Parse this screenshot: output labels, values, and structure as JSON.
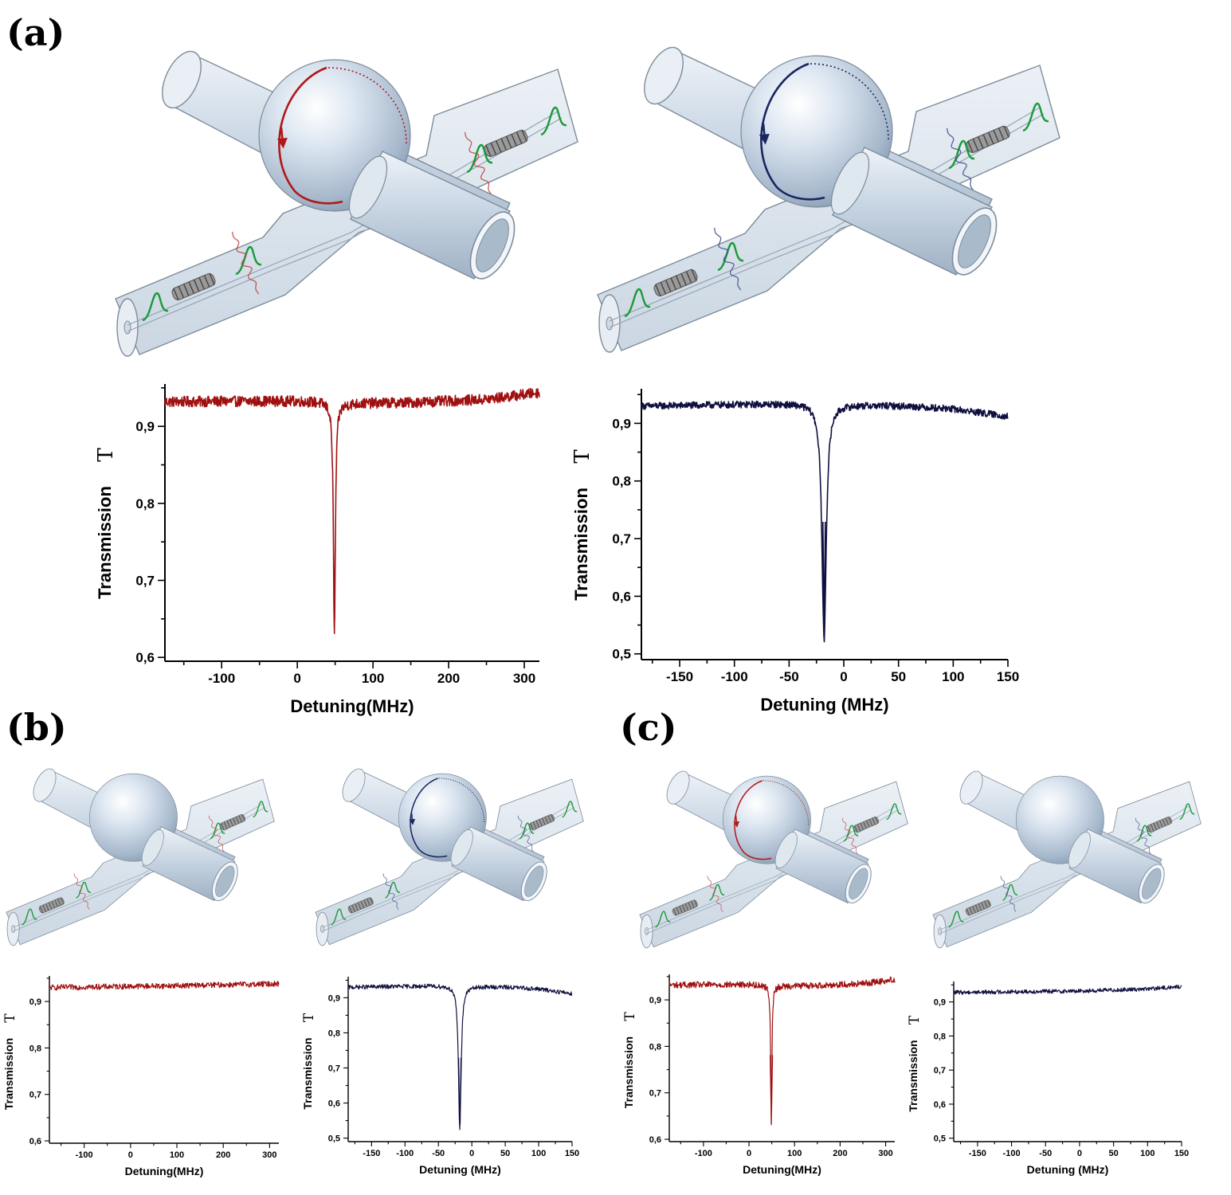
{
  "panel_labels": {
    "a": "(a)",
    "b": "(b)",
    "c": "(c)"
  },
  "colors": {
    "red_trace": "#a01010",
    "blue_trace": "#101040",
    "green_pulse": "#1a9a3a",
    "glass": "#cfdbe8"
  },
  "chart_data": [
    {
      "id": "a_left",
      "type": "line",
      "color": "#a01010",
      "xlabel": "Detuning(MHz)",
      "ylabel": "Transmission",
      "ylabel_symbol": "T",
      "xlim": [
        -175,
        320
      ],
      "ylim": [
        0.595,
        0.955
      ],
      "xticks": [
        -100,
        0,
        100,
        200,
        300
      ],
      "xtick_labels": [
        "-100",
        "0",
        "100",
        "200",
        "300"
      ],
      "yticks": [
        0.6,
        0.7,
        0.8,
        0.9
      ],
      "ytick_labels": [
        "0,6",
        "0,7",
        "0,8",
        "0,9"
      ],
      "baseline_points": [
        [
          -175,
          0.932
        ],
        [
          0,
          0.933
        ],
        [
          40,
          0.932
        ],
        [
          60,
          0.93
        ],
        [
          150,
          0.931
        ],
        [
          250,
          0.935
        ],
        [
          320,
          0.944
        ]
      ],
      "noise": 0.007,
      "dip": {
        "center": 49,
        "depth": 0.3,
        "width": 1.6
      }
    },
    {
      "id": "a_right",
      "type": "line",
      "color": "#101040",
      "xlabel": "Detuning (MHz)",
      "ylabel": "Transmission",
      "ylabel_symbol": "T",
      "xlim": [
        -185,
        150
      ],
      "ylim": [
        0.49,
        0.96
      ],
      "xticks": [
        -150,
        -100,
        -50,
        0,
        50,
        100,
        150
      ],
      "xtick_labels": [
        "-150",
        "-100",
        "-50",
        "0",
        "50",
        "100",
        "150"
      ],
      "yticks": [
        0.5,
        0.6,
        0.7,
        0.8,
        0.9
      ],
      "ytick_labels": [
        "0,5",
        "0,6",
        "0,7",
        "0,8",
        "0,9"
      ],
      "baseline_points": [
        [
          -185,
          0.93
        ],
        [
          -30,
          0.935
        ],
        [
          0,
          0.933
        ],
        [
          60,
          0.93
        ],
        [
          100,
          0.925
        ],
        [
          150,
          0.912
        ]
      ],
      "noise": 0.006,
      "dip": {
        "center": -18,
        "depth": 0.41,
        "width": 2.4
      }
    },
    {
      "id": "b_left",
      "type": "line",
      "color": "#a01010",
      "xlabel": "Detuning(MHz)",
      "ylabel": "Transmission",
      "ylabel_symbol": "T",
      "xlim": [
        -175,
        320
      ],
      "ylim": [
        0.595,
        0.955
      ],
      "xticks": [
        -100,
        0,
        100,
        200,
        300
      ],
      "xtick_labels": [
        "-100",
        "0",
        "100",
        "200",
        "300"
      ],
      "yticks": [
        0.6,
        0.7,
        0.8,
        0.9
      ],
      "ytick_labels": [
        "0,6",
        "0,7",
        "0,8",
        "0,9"
      ],
      "baseline_points": [
        [
          -175,
          0.93
        ],
        [
          100,
          0.934
        ],
        [
          320,
          0.938
        ]
      ],
      "noise": 0.006
    },
    {
      "id": "b_right",
      "type": "line",
      "color": "#101040",
      "xlabel": "Detuning (MHz)",
      "ylabel": "Transmission",
      "ylabel_symbol": "T",
      "xlim": [
        -185,
        150
      ],
      "ylim": [
        0.49,
        0.96
      ],
      "xticks": [
        -150,
        -100,
        -50,
        0,
        50,
        100,
        150
      ],
      "xtick_labels": [
        "-150",
        "-100",
        "-50",
        "0",
        "50",
        "100",
        "150"
      ],
      "yticks": [
        0.5,
        0.6,
        0.7,
        0.8,
        0.9
      ],
      "ytick_labels": [
        "0,5",
        "0,6",
        "0,7",
        "0,8",
        "0,9"
      ],
      "baseline_points": [
        [
          -185,
          0.93
        ],
        [
          -30,
          0.935
        ],
        [
          0,
          0.933
        ],
        [
          60,
          0.93
        ],
        [
          100,
          0.925
        ],
        [
          150,
          0.912
        ]
      ],
      "noise": 0.006,
      "dip": {
        "center": -18,
        "depth": 0.41,
        "width": 2.4
      }
    },
    {
      "id": "c_left",
      "type": "line",
      "color": "#a01010",
      "xlabel": "Detuning(MHz)",
      "ylabel": "Transmission",
      "ylabel_symbol": "T",
      "xlim": [
        -175,
        320
      ],
      "ylim": [
        0.595,
        0.955
      ],
      "xticks": [
        -100,
        0,
        100,
        200,
        300
      ],
      "xtick_labels": [
        "-100",
        "0",
        "100",
        "200",
        "300"
      ],
      "yticks": [
        0.6,
        0.7,
        0.8,
        0.9
      ],
      "ytick_labels": [
        "0,6",
        "0,7",
        "0,8",
        "0,9"
      ],
      "baseline_points": [
        [
          -175,
          0.932
        ],
        [
          0,
          0.933
        ],
        [
          40,
          0.932
        ],
        [
          60,
          0.93
        ],
        [
          150,
          0.931
        ],
        [
          250,
          0.935
        ],
        [
          320,
          0.944
        ]
      ],
      "noise": 0.007,
      "dip": {
        "center": 49,
        "depth": 0.3,
        "width": 1.6
      }
    },
    {
      "id": "c_right",
      "type": "line",
      "color": "#101040",
      "xlabel": "Detuning (MHz)",
      "ylabel": "Transmission",
      "ylabel_symbol": "T",
      "xlim": [
        -185,
        150
      ],
      "ylim": [
        0.49,
        0.96
      ],
      "xticks": [
        -150,
        -100,
        -50,
        0,
        50,
        100,
        150
      ],
      "xtick_labels": [
        "-150",
        "-100",
        "-50",
        "0",
        "50",
        "100",
        "150"
      ],
      "yticks": [
        0.5,
        0.6,
        0.7,
        0.8,
        0.9
      ],
      "ytick_labels": [
        "0,5",
        "0,6",
        "0,7",
        "0,8",
        "0,9"
      ],
      "baseline_points": [
        [
          -185,
          0.928
        ],
        [
          0,
          0.932
        ],
        [
          100,
          0.938
        ],
        [
          150,
          0.945
        ]
      ],
      "noise": 0.006
    }
  ],
  "diagrams": [
    {
      "id": "a_left",
      "mode": "red"
    },
    {
      "id": "a_right",
      "mode": "blue"
    },
    {
      "id": "b_left",
      "mode": "none"
    },
    {
      "id": "b_right",
      "mode": "blue"
    },
    {
      "id": "c_left",
      "mode": "red"
    },
    {
      "id": "c_right",
      "mode": "none"
    }
  ]
}
